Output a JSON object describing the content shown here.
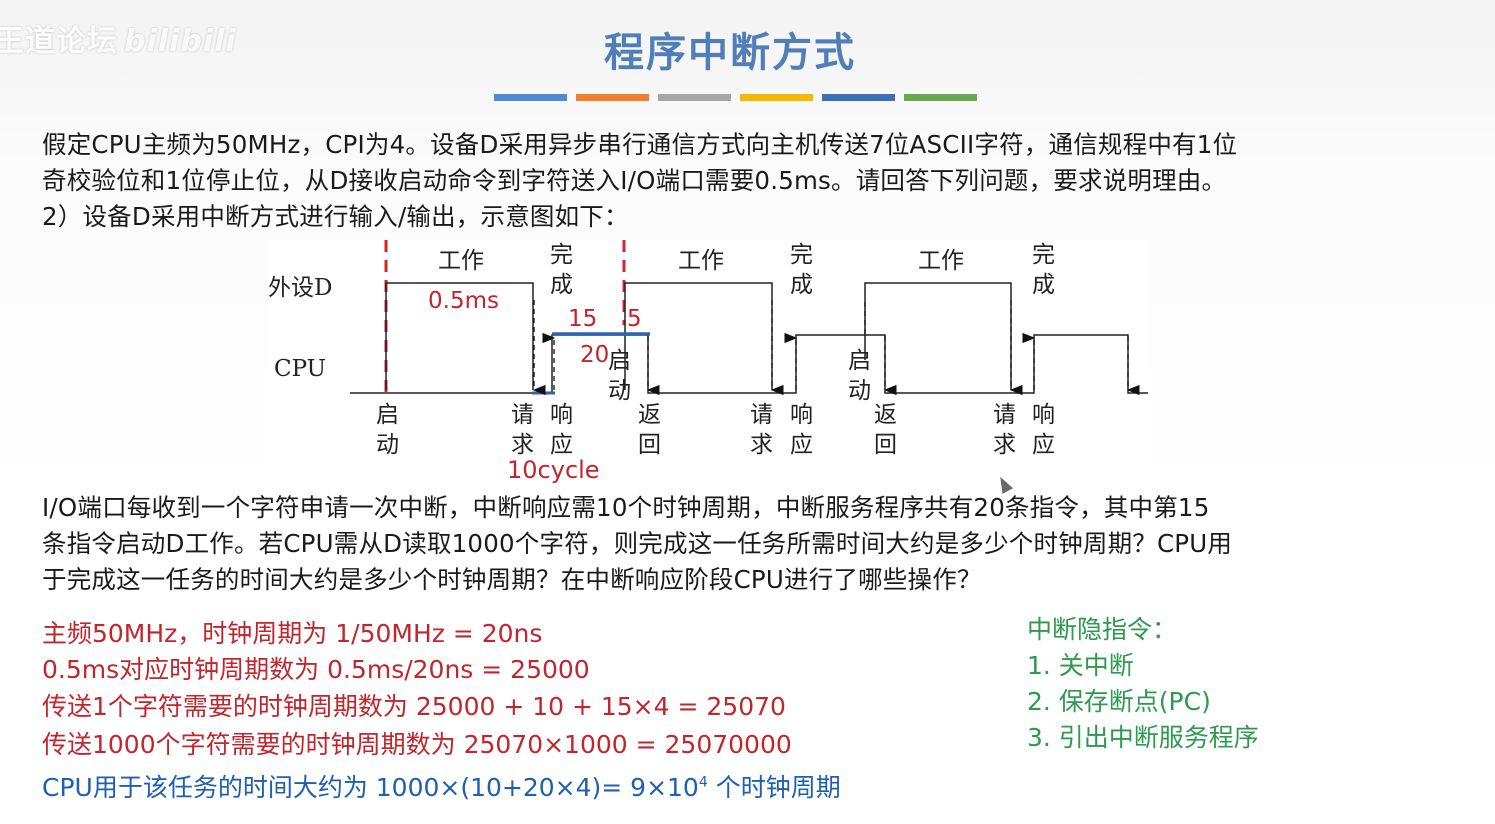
{
  "watermark": {
    "text": "王道论坛",
    "signature": "bilibili"
  },
  "slide": {
    "title": "程序中断方式",
    "accent_colors": [
      "#4f8bd0",
      "#ef7f2d",
      "#a6a6a6",
      "#f5b800",
      "#3d6fb7",
      "#6aa84f"
    ]
  },
  "question": {
    "line1": "假定CPU主频为50MHz，CPI为4。设备D采用异步串行通信方式向主机传送7位ASCII字符，通信规程中有1位",
    "line2": "奇校验位和1位停止位，从D接收启动命令到字符送入I/O端口需要0.5ms。请回答下列问题，要求说明理由。",
    "line3": "2）设备D采用中断方式进行输入/输出，示意图如下：",
    "line4": "I/O端口每收到一个字符申请一次中断，中断响应需10个时钟周期，中断服务程序共有20条指令，其中第15",
    "line5": "条指令启动D工作。若CPU需从D读取1000个字符，则完成这一任务所需时间大约是多少个时钟周期？CPU用",
    "line6": "于完成这一任务的时间大约是多少个时钟周期？在中断响应阶段CPU进行了哪些操作？"
  },
  "diagram": {
    "device_label": "外设D",
    "cpu_label": "CPU",
    "work_label": "工作",
    "done_top": "完",
    "done_bottom": "成",
    "start_top": "启",
    "start_bottom": "动",
    "req_top": "请",
    "req_bottom": "求",
    "resp_top": "响",
    "resp_bottom": "应",
    "ret_top": "返",
    "ret_bottom": "回",
    "note_05ms": "0.5ms",
    "note_15": "15",
    "note_5": "5",
    "note_20": "20",
    "note_10cycle": "10cycle"
  },
  "answer": {
    "red1": "主频50MHz，时钟周期为 1/50MHz = 20ns",
    "red2": "0.5ms对应时钟周期数为 0.5ms/20ns = 25000",
    "red3": "传送1个字符需要的时钟周期数为  25000 + 10 + 15×4 = 25070",
    "red4": "传送1000个字符需要的时钟周期数为  25070×1000 = 25070000",
    "blue_prefix": "CPU用于该任务的时间大约为 1000×(10+20×4)= 9×10",
    "blue_exp": "4",
    "blue_suffix": " 个时钟周期"
  },
  "hidden_instructions": {
    "title": "中断隐指令：",
    "items": [
      "1. 关中断",
      "2. 保存断点(PC)",
      "3. 引出中断服务程序"
    ]
  }
}
